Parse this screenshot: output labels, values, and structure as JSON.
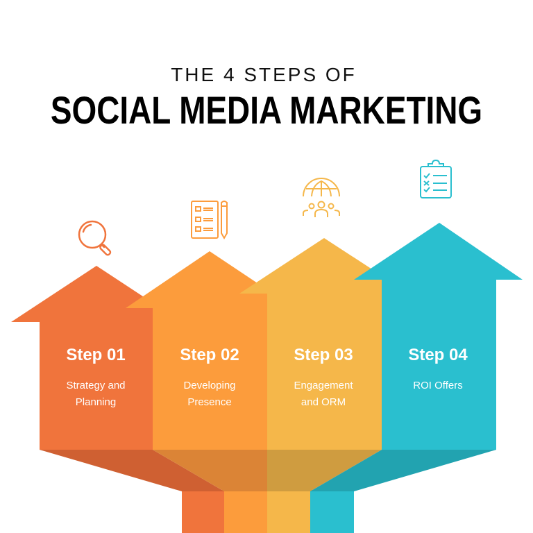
{
  "title": {
    "line1": "THE 4 STEPS OF",
    "line2": "SOCIAL MEDIA MARKETING"
  },
  "steps": [
    {
      "label": "Step 01",
      "line1": "Strategy and",
      "line2": "Planning",
      "icon": "magnifier-icon",
      "color": "#F0743C",
      "shade": "#CF6032"
    },
    {
      "label": "Step 02",
      "line1": "Developing",
      "line2": "Presence",
      "icon": "checklist-pencil-icon",
      "color": "#FC9C3C",
      "shade": "#DB8436"
    },
    {
      "label": "Step 03",
      "line1": "Engagement",
      "line2": "and ORM",
      "icon": "globe-people-icon",
      "color": "#F5B74A",
      "shade": "#CF9C40"
    },
    {
      "label": "Step 04",
      "line1": "ROI Offers",
      "line2": "",
      "icon": "clipboard-checklist-icon",
      "color": "#2ABFCF",
      "shade": "#22A3B0"
    }
  ]
}
